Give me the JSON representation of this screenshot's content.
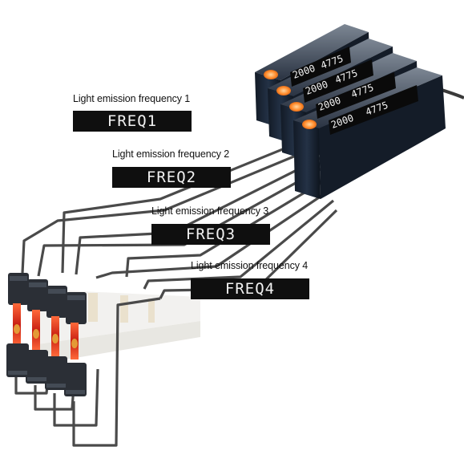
{
  "labels": [
    {
      "caption": "Light emission frequency 1",
      "code": "FREQ1"
    },
    {
      "caption": "Light emission frequency 2",
      "code": "FREQ2"
    },
    {
      "caption": "Light emission frequency 3",
      "code": "FREQ3"
    },
    {
      "caption": "Light emission frequency 4",
      "code": "FREQ4"
    }
  ],
  "displays": [
    {
      "value_left": "2000",
      "value_right": "4775"
    },
    {
      "value_left": "2000",
      "value_right": "4775"
    },
    {
      "value_left": "2000",
      "value_right": "4775"
    },
    {
      "value_left": "2000",
      "value_right": "4775"
    }
  ],
  "colors": {
    "badge_bg": "#0f0f0f",
    "badge_text": "#f2f2f2",
    "amplifier_body": "#1f2a3a",
    "indicator": "#ff8a2a",
    "cable": "#4a4a4a",
    "beam": "#d42a1a"
  },
  "icons": [
    "fiber-amplifier-unit",
    "fiber-cable",
    "fiber-head",
    "light-beam"
  ]
}
